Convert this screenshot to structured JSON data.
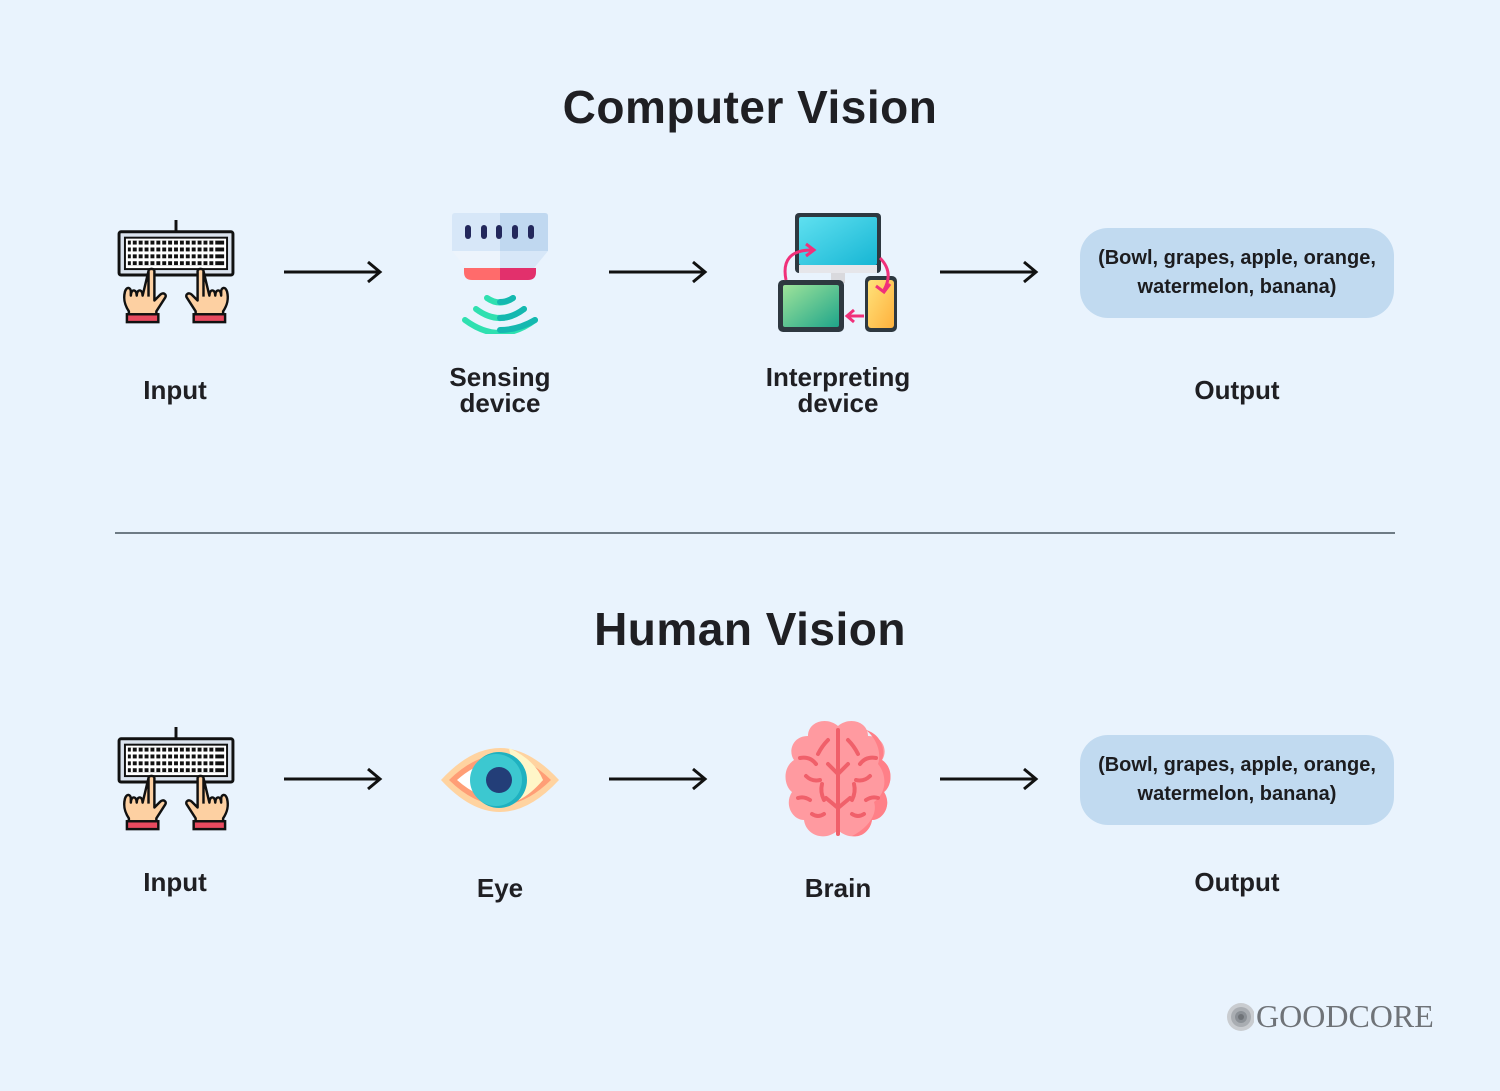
{
  "sections": {
    "computer_vision": {
      "title": "Computer Vision",
      "steps": [
        {
          "label": "Input",
          "icon": "keyboard-hands-icon"
        },
        {
          "label_line1": "Sensing",
          "label_line2": "device",
          "icon": "sensor-icon"
        },
        {
          "label_line1": "Interpreting",
          "label_line2": "device",
          "icon": "devices-sync-icon"
        },
        {
          "label": "Output",
          "output_line1": "(Bowl, grapes, apple, orange,",
          "output_line2": "watermelon, banana)"
        }
      ]
    },
    "human_vision": {
      "title": "Human Vision",
      "steps": [
        {
          "label": "Input",
          "icon": "keyboard-hands-icon"
        },
        {
          "label": "Eye",
          "icon": "eye-icon"
        },
        {
          "label": "Brain",
          "icon": "brain-icon"
        },
        {
          "label": "Output",
          "output_line1": "(Bowl, grapes, apple, orange,",
          "output_line2": "watermelon, banana)"
        }
      ]
    }
  },
  "logo": {
    "text": "GOODCORE"
  },
  "colors": {
    "background": "#e9f3fd",
    "pill": "#c1daf0",
    "text": "#1f1f23",
    "divider": "#6e7b85"
  }
}
